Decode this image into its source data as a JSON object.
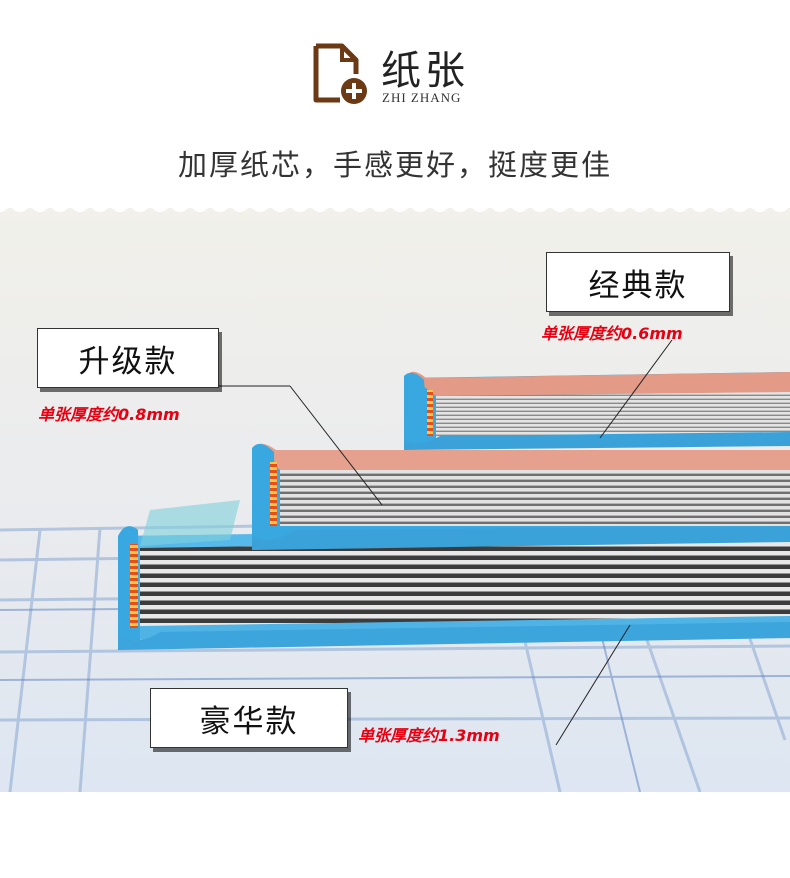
{
  "header": {
    "title": "纸张",
    "subtitle": "ZHI ZHANG",
    "tagline": "加厚纸芯，手感更好，挺度更佳",
    "icon": "document-plus-icon",
    "icon_color": "#6b3a14"
  },
  "labels": {
    "classic": {
      "name": "经典款",
      "spec": "单张厚度约0.6mm"
    },
    "upgrade": {
      "name": "升级款",
      "spec": "单张厚度约0.8mm"
    },
    "deluxe": {
      "name": "豪华款",
      "spec": "单张厚度约1.3mm"
    }
  },
  "colors": {
    "spec_text": "#e60012",
    "cover_pink": "#e39a86",
    "cover_blue": "#3aa8e0"
  }
}
